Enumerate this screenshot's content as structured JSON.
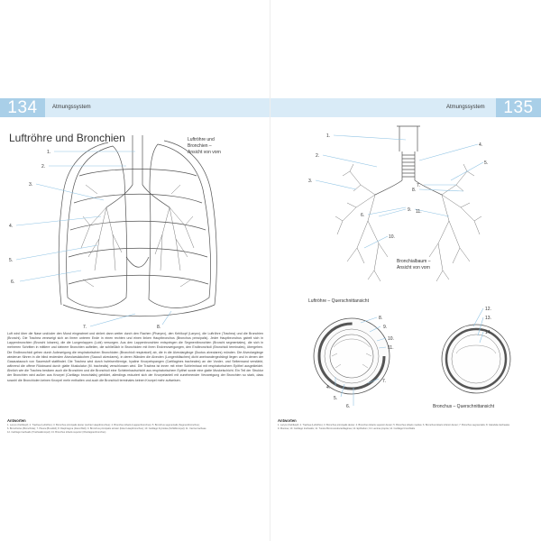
{
  "left_page": {
    "page_number": "134",
    "chapter": "Atmungssystem",
    "title": "Luftröhre und Bronchien",
    "figure_caption": [
      "Luftröhre und",
      "Bronchien –",
      "Ansicht von vorn"
    ],
    "labels": [
      "1.",
      "2.",
      "3.",
      "4.",
      "5.",
      "6.",
      "7.",
      "8."
    ],
    "body_text": "Luft wird über die Nase und/oder den Mund eingeatmet und strömt dann weiter durch den Rachen (Pharynx), den Kehlkopf (Larynx), die Luftröhre (Trachea) und die Bronchien (Bronchi). Die Trachea verzweigt sich an ihrem unteren Ende in einen rechten und einen linken Hauptbronchus (Bronchus principalis). Jeder Hauptbronchus gabelt sich in Lappenbronchien (Bronchi lobares), die die Lungenlappen (Lobi) versorgen. Aus den Lappenbronchien entspringen die Segmentbronchien (Bronchi segmentales), die sich in mehreren Schritten in mittlere und kleinere Bronchien aufteilen, die schließlich in Bronchiolen mit ihren Endverzweigungen, den Endbronchioli (Bronchioli terminales), übergehen. Die Endbronchioli gehen durch Aufzweigung die respiratorischen Bronchiolen (Bronchioli respiratorii) ab, die in die Alveolargänge (Ductus alveolares) münden. Die Alveolargänge wiederum führen in die blind endenden Alveolarsäckchen (Sacculi alveolares), in deren Wänden die Alveolen (Lungenbläschen) dicht aneinandergedrängt liegen und in denen der Gasaustausch von Sauerstoff stattfindet. Die Trachea wird durch hufeisenförmige, hyaline Knorpelspangen (Cartilagines tracheales) an der Vorder- und Seitenwand verstärkt, während die offene Rückwand durch glatte Muskulatur (M. trachealis) verschlossen wird. Die Trachea ist innen mit einer Schleimhaut mit respiratorischem Epithel ausgekleidet. Ähnlich wie die Trachea besitzen auch die Bronchien und die Bronchioli eine Schleimhautschicht aus respiratorischem Epithel sowie eine glatte Muskelschicht. Ein Teil der Struktur der Bronchien wird außen aus Knorpel (Cartilago bronchialis) gebildet, allerdings reduziert sich der Knorpelanteil mit zunehmender Verzweigung der Bronchien so stark, dass sowohl die Bronchiolen keinen Knorpel mehr enthalten und auch die Bronchioli terminales keinen Knorpel mehr aufweisen.",
    "answers_title": "Antworten",
    "answers_lines": [
      "1. Larynx (Kehlkopf); 2. Trachea (Luftröhre); 3. Bronchus principalis dexter (rechter Hauptbronchus); 4. Bronchus lobaris (Lappenbronchus); 5. Bronchus segmentalis (Segmentbronchus);",
      "6. Bronchiolus (Bronchiole); 7. Pleura (Brustfell); 8. Diaphragma (Zwerchfell); 9. Bronchus principalis sinister (linker Hauptbronchus); 10. Cartilago thyroidea (Schildknorpel); 11. Carina tracheae",
      "12. Cartilago trachealis (Trachealknorpel); 13. Bronchus lobaris superior (Oberlappenbronchus)"
    ]
  },
  "right_page": {
    "page_number": "135",
    "chapter": "Atmungssystem",
    "tree_labels": [
      "1.",
      "2.",
      "3.",
      "4.",
      "5.",
      "6.",
      "7.",
      "8.",
      "9.",
      "10.",
      "11."
    ],
    "tree_caption": [
      "Bronchialbaum –",
      "Ansicht von vorn"
    ],
    "trachea_cs_caption": "Luftröhre – Querschnittansicht",
    "bronchus_cs_caption": "Bronchus – Querschnittansicht",
    "trachea_cs_labels": [
      "4.",
      "5.",
      "6.",
      "7.",
      "8.",
      "9.",
      "10.",
      "11."
    ],
    "bronchus_cs_labels": [
      "12.",
      "13.",
      "14."
    ],
    "answers_title": "Antworten",
    "answers_lines": [
      "1. Larynx (Kehlkopf); 2. Trachea (Luftröhre); 3. Bronchus principalis dexter; 4. Bronchus lobaris superior dexter; 5. Bronchus lobaris medius; 6. Bronchus lobaris inferior dexter; 7. Bronchus segmentalis; 8. Glandula tracheales",
      "9. Mucosa; 10. Cartilago trachealis; 11. Tunica fibromusculocartilaginea; 12. Epithelium; 13. Lamina propria; 14. Cartilago bronchialis"
    ]
  },
  "colors": {
    "header_band": "#d9ebf7",
    "page_number_box": "#a9cfe8",
    "leader_line": "#8fc3e4",
    "drawing": "#555555"
  }
}
